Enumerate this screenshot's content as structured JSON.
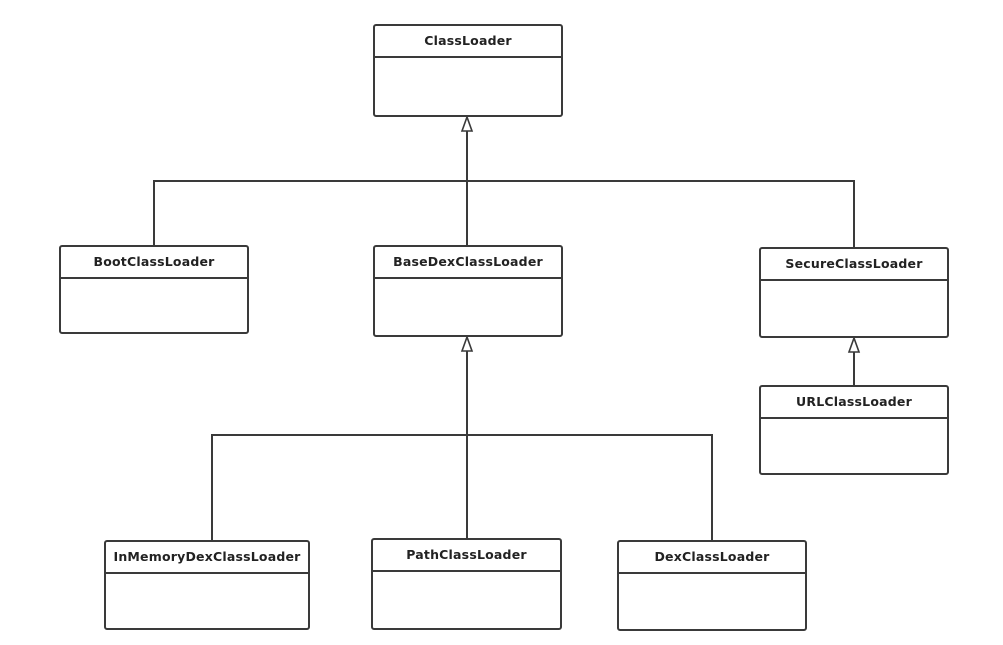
{
  "diagram": {
    "classes": {
      "class_loader": "ClassLoader",
      "boot_class_loader": "BootClassLoader",
      "base_dex_class_loader": "BaseDexClassLoader",
      "secure_class_loader": "SecureClassLoader",
      "url_class_loader": "URLClassLoader",
      "in_memory_dex_class_loader": "InMemoryDexClassLoader",
      "path_class_loader": "PathClassLoader",
      "dex_class_loader": "DexClassLoader"
    },
    "relations": [
      {
        "from": "BootClassLoader",
        "to": "ClassLoader",
        "type": "inherits"
      },
      {
        "from": "BaseDexClassLoader",
        "to": "ClassLoader",
        "type": "inherits"
      },
      {
        "from": "SecureClassLoader",
        "to": "ClassLoader",
        "type": "inherits"
      },
      {
        "from": "URLClassLoader",
        "to": "SecureClassLoader",
        "type": "inherits"
      },
      {
        "from": "InMemoryDexClassLoader",
        "to": "BaseDexClassLoader",
        "type": "inherits"
      },
      {
        "from": "PathClassLoader",
        "to": "BaseDexClassLoader",
        "type": "inherits"
      },
      {
        "from": "DexClassLoader",
        "to": "BaseDexClassLoader",
        "type": "inherits"
      }
    ],
    "colors": {
      "stroke": "#3a3a3a",
      "text": "#222222",
      "background": "#ffffff"
    }
  }
}
